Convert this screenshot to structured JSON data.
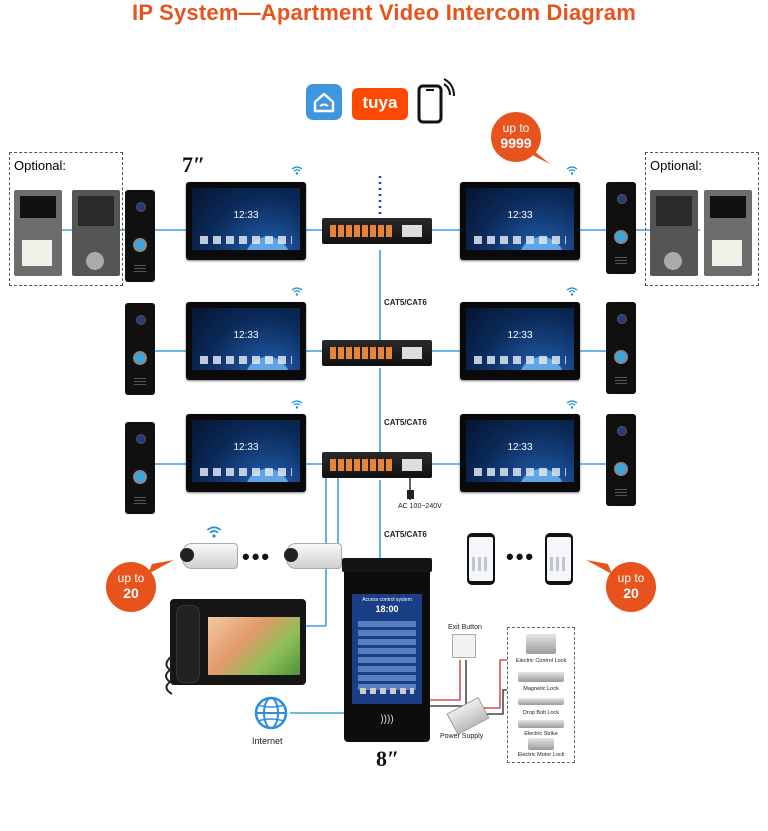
{
  "title": "IP System—Apartment Video Intercom Diagram",
  "logos": {
    "tuya": "tuya",
    "smart_home_icon": "smart-home-icon",
    "phone_icon": "smartphone-wifi-icon"
  },
  "monitor_time": "12:33",
  "monitor_size": "7″",
  "access_size": "8″",
  "optional_label": "Optional:",
  "badges": {
    "monitors": {
      "line1": "up to",
      "line2": "9999"
    },
    "cameras": {
      "line1": "up to",
      "line2": "20"
    },
    "phones": {
      "line1": "up to",
      "line2": "20"
    }
  },
  "cable_labels": [
    "CAT5/CAT6",
    "CAT5/CAT6",
    "CAT5/CAT6"
  ],
  "power_label": "AC 100~240V",
  "internet_label": "Internet",
  "ellipsis": "•••",
  "access_screen": {
    "header": "Access control system",
    "time": "18:00"
  },
  "exit_button_label": "Exit Button",
  "power_supply_label": "Power Supply",
  "locks": [
    "Electric Control Lock",
    "Magnetic Lock",
    "Drop Bolt Lock",
    "Electric Strike",
    "Electric Motor Lock"
  ],
  "colors": {
    "accent": "#e8531d",
    "wire": "#3aa0dc",
    "wifi": "#1e8fe0",
    "power_red": "#d42a2a"
  }
}
